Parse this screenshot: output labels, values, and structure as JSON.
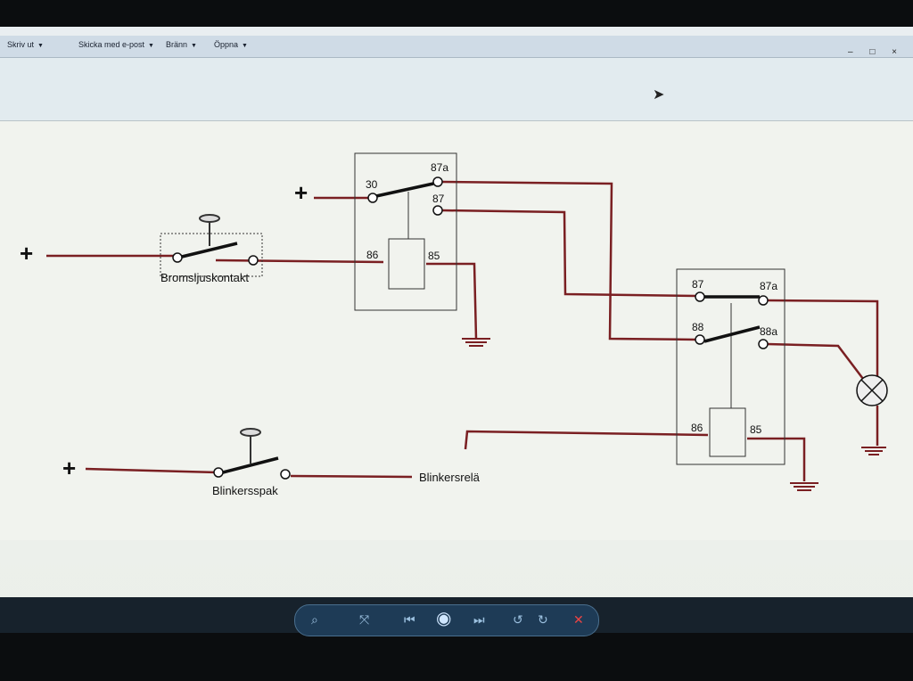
{
  "menu": {
    "items": [
      "Skriv ut",
      "Skicka med e-post",
      "Bränn",
      "Öppna"
    ]
  },
  "window_buttons": "– □ ×",
  "diagram": {
    "plus_sign": "+",
    "brake_switch_label": "Bromsljuskontakt",
    "turn_switch_label": "Blinkersspak",
    "flasher_label": "Blinkersrelä",
    "relay1": {
      "pin_30": "30",
      "pin_87a": "87a",
      "pin_87": "87",
      "pin_86": "86",
      "pin_85": "85"
    },
    "relay2": {
      "pin_87": "87",
      "pin_87a": "87a",
      "pin_88": "88",
      "pin_88a": "88a",
      "pin_86": "86",
      "pin_85": "85"
    }
  },
  "colors": {
    "wire": "#7a1f22",
    "outline": "#333333",
    "background": "#f1f3ee",
    "playbar": "#1e3b56"
  },
  "playback_controls": [
    "search-icon",
    "fit-icon",
    "prev-icon",
    "slideshow-icon",
    "next-icon",
    "rotate-left-icon",
    "rotate-right-icon",
    "delete-icon"
  ]
}
